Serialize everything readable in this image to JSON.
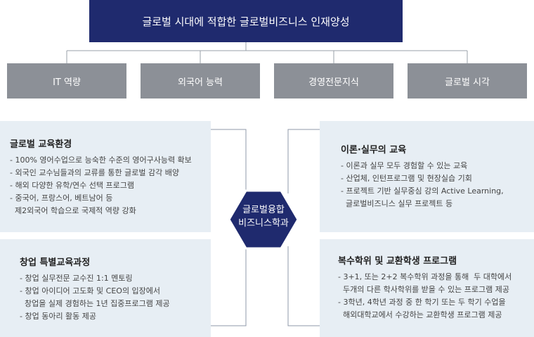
{
  "title": "글로벌 시대에 적합한 글로벌비즈니스 인재양성",
  "categories": [
    "IT 역량",
    "외국어 능력",
    "경영전문지식",
    "글로벌 시각"
  ],
  "center": [
    "글로벌융합",
    "비즈니스학과"
  ],
  "panels": {
    "tl": {
      "heading": "글로벌 교육환경",
      "items": [
        "- 100% 영어수업으로 능숙한 수준의 영어구사능력 확보",
        "- 외국인 교수님들과의 교류를 통한   글로벌 감각 배양",
        "- 해외 다양한 유학/연수 선택 프로그램",
        "- 중국어, 프랑스어, 베트남어 등",
        "  제2외국어 학습으로 국제적 역량 강화"
      ]
    },
    "bl": {
      "heading": "창업 특별교육과정",
      "items": [
        "- 창업 실무전문 교수진 1:1 멘토링",
        "- 창업 아이디어 고도화 및 CEO의 입장에서",
        "  창업을 실제 경험하는 1년 집중프로그램 제공",
        "- 창업 동아리 활동 제공"
      ]
    },
    "tr": {
      "heading": "이론·실무의 교육",
      "items": [
        "- 이론과 실무 모두 경험할 수 있는 교육",
        "- 산업체, 인턴프로그램 및 현장실습 기회",
        "- 프로젝트 기반 실무중심 강의 Active Learning,",
        "  글로벌비즈니스 실무 프로젝트 등"
      ]
    },
    "br": {
      "heading": "복수학위 및 교환학생 프로그램",
      "items": [
        "- 3+1, 또는 2+2 복수학위 과정을 통해  두 대학에서",
        "  두개의 다른 학사학위를 받을 수 있는 프로그램 제공",
        "- 3학년, 4학년 과정 중 한 학기 또는 두 학기 수업을",
        "  해외대학교에서 수강하는 교환학생 프로그램 제공"
      ]
    }
  },
  "colors": {
    "title_bg": "#1f2a6e",
    "category_bg": "#8c9097",
    "panel_bg": "#e7eef4",
    "connector": "#8f98a8"
  }
}
